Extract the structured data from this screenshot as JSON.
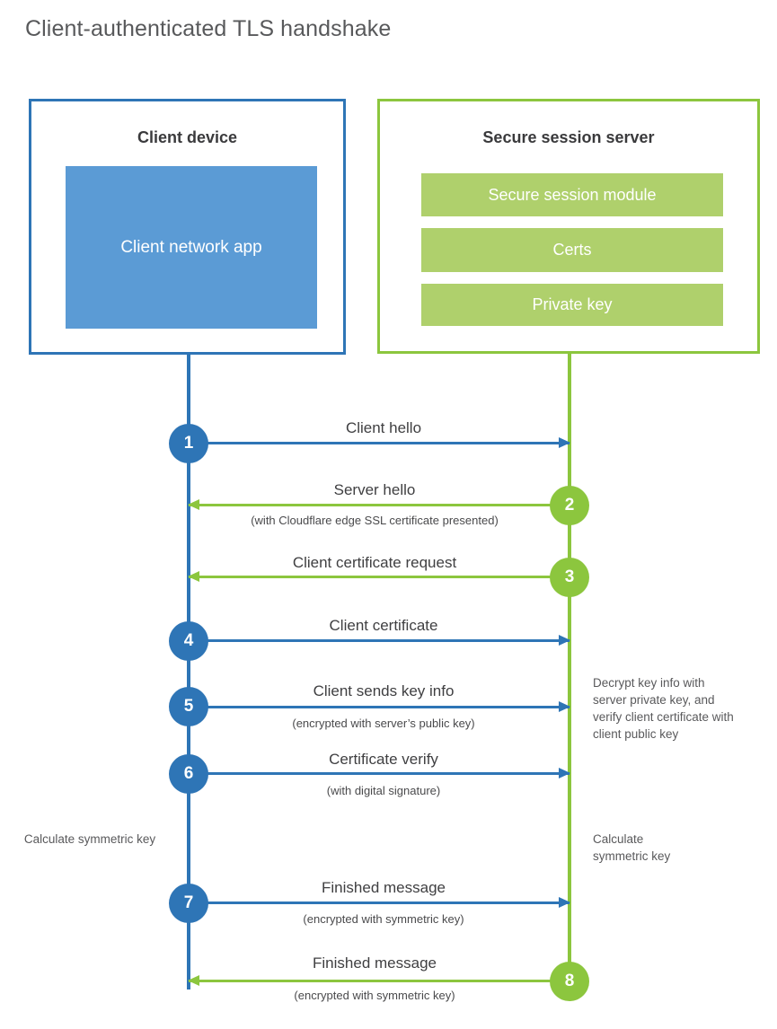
{
  "title": "Client-authenticated TLS handshake",
  "colors": {
    "blue_border": "#2E75B6",
    "blue_fill": "#5B9BD5",
    "green_border": "#8CC63E",
    "green_fill": "#AFD06C",
    "text": "#404040"
  },
  "actors": {
    "client": {
      "title": "Client device",
      "app_label": "Client network app"
    },
    "server": {
      "title": "Secure session server",
      "components": [
        "Secure session module",
        "Certs",
        "Private key"
      ]
    }
  },
  "steps": [
    {
      "number": "1",
      "side": "client",
      "direction": "to-server",
      "label": "Client hello",
      "sub": ""
    },
    {
      "number": "2",
      "side": "server",
      "direction": "to-client",
      "label": "Server hello",
      "sub": "(with Cloudflare edge SSL certificate presented)"
    },
    {
      "number": "3",
      "side": "server",
      "direction": "to-client",
      "label": "Client certificate request",
      "sub": ""
    },
    {
      "number": "4",
      "side": "client",
      "direction": "to-server",
      "label": "Client certificate",
      "sub": ""
    },
    {
      "number": "5",
      "side": "client",
      "direction": "to-server",
      "label": "Client sends key info",
      "sub": "(encrypted with server’s public key)"
    },
    {
      "number": "6",
      "side": "client",
      "direction": "to-server",
      "label": "Certificate verify",
      "sub": "(with digital signature)"
    },
    {
      "number": "7",
      "side": "client",
      "direction": "to-server",
      "label": "Finished message",
      "sub": "(encrypted with symmetric key)"
    },
    {
      "number": "8",
      "side": "server",
      "direction": "to-client",
      "label": "Finished message",
      "sub": "(encrypted with symmetric key)"
    }
  ],
  "notes": {
    "server_decrypt": "Decrypt key info with server private key, and verify client certificate with client public key",
    "client_calculate": "Calculate symmetric key",
    "server_calculate": "Calculate symmetric key"
  }
}
